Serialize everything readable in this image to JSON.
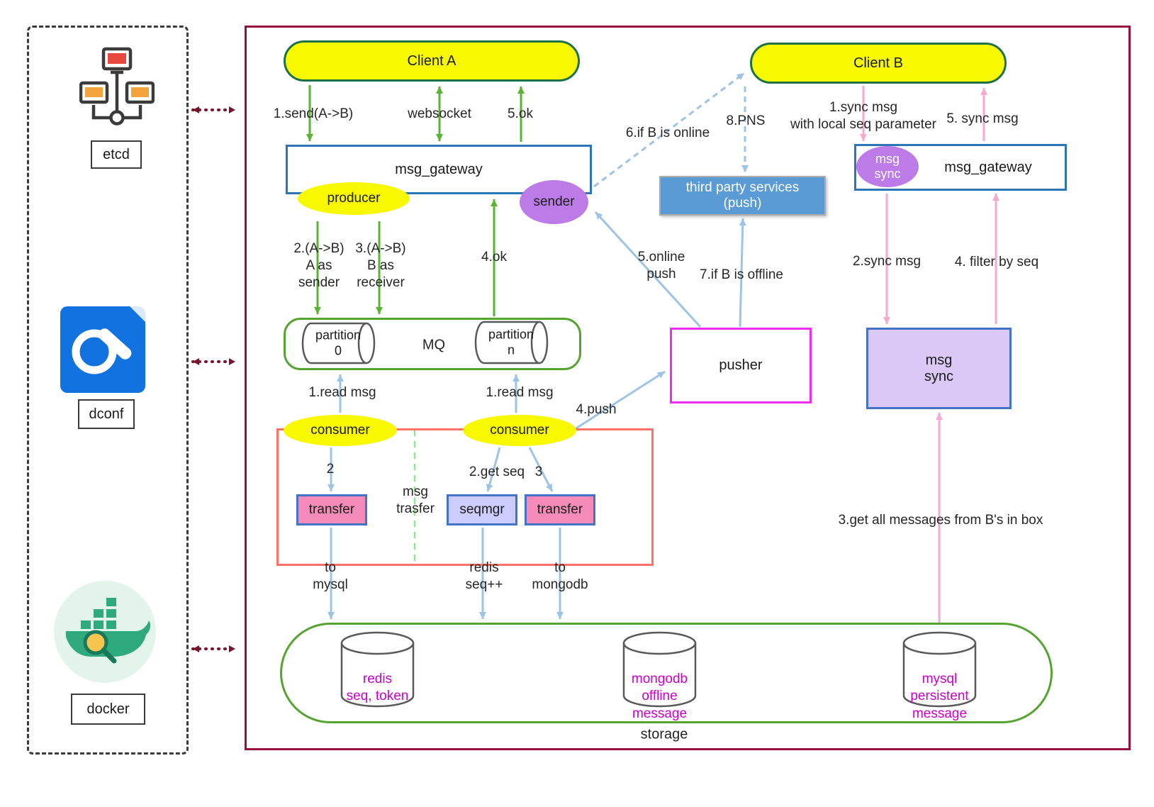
{
  "left_panel": {
    "etcd_label": "etcd",
    "dconf_label": "dconf",
    "docker_label": "docker"
  },
  "nodes": {
    "client_a": "Client A",
    "client_b": "Client B",
    "gateway_left": "msg_gateway",
    "gateway_right": "msg_gateway",
    "producer": "producer",
    "sender": "sender",
    "mq": "MQ",
    "partition_0": "partition\n0",
    "partition_n": "partition\nn",
    "consumer_left": "consumer",
    "consumer_right": "consumer",
    "transfer_left": "transfer",
    "seqmgr": "seqmgr",
    "transfer_right": "transfer",
    "pusher": "pusher",
    "third_party": "third party services\n(push)",
    "msg_sync_badge": "msg\nsync",
    "msg_sync_box": "msg\nsync",
    "storage": "storage",
    "redis_db": "redis\nseq, token",
    "mongodb_db": "mongodb\noffline\nmessage",
    "mysql_db": "mysql\npersistent\nmessage"
  },
  "edge_labels": {
    "send_ab": "1.send(A->B)",
    "websocket": "websocket",
    "ok_5": "5.ok",
    "a_as_sender": "2.(A->B)\nA as\nsender",
    "b_as_receiver": "3.(A->B)\nB as\nreceiver",
    "ok_4": "4.ok",
    "read_msg_left": "1.read msg",
    "read_msg_right": "1.read msg",
    "step_2": "2",
    "get_seq": "2.get seq",
    "step_3": "3",
    "msg_trasfer": "msg\ntrasfer",
    "to_mysql": "to\nmysql",
    "redis_seq": "redis\nseq++",
    "to_mongodb": "to\nmongodb",
    "push_4": "4.push",
    "online_push": "5.online\npush",
    "if_b_offline": "7.if B is offline",
    "if_b_online": "6.if B is online",
    "pns": "8.PNS",
    "sync_msg_1": "1.sync msg\nwith local seq parameter",
    "sync_msg_5": "5. sync msg",
    "sync_msg_2": "2.sync msg",
    "filter_by_seq": "4. filter by seq",
    "get_all_messages": "3.get all messages from B's in box"
  },
  "colors": {
    "main_border": "#97113F",
    "green_arrow": "#5AB332",
    "blue_arrow": "#9DC3E6",
    "pink_arrow": "#F8A9CF",
    "yellow_node": "#F8F800",
    "purple_node": "#BD7BE8",
    "blue_box": "#5B9BD5",
    "db_text": "#CC00CC"
  }
}
